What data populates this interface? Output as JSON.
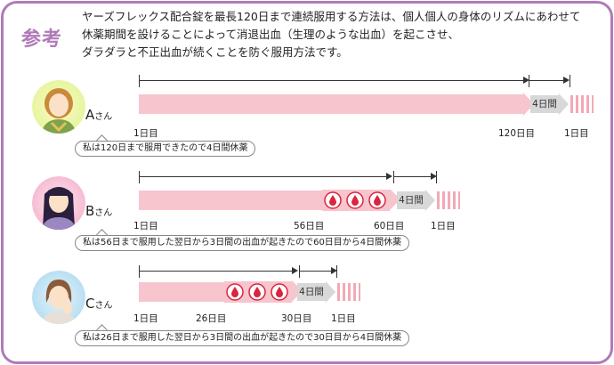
{
  "heading": "参考",
  "intro_lines": [
    "ヤーズフレックス配合錠を最長120日まで連続服用する方法は、個人個人の身体のリズムにあわせて",
    "休薬期間を設けることによって消退出血（生理のような出血）を起こさせ、",
    "ダラダラと不正出血が続くことを防ぐ服用方法です。"
  ],
  "rows": {
    "a": {
      "letter": "A",
      "san": "さん",
      "start_label": "1日目",
      "end_label": "120日目",
      "restart_label": "1日目",
      "rest_label": "4日間",
      "note": "私は120日まで服用できたので4日間休薬"
    },
    "b": {
      "letter": "B",
      "san": "さん",
      "start_label": "1日目",
      "bleed_label": "56日目",
      "end_label": "60日目",
      "restart_label": "1日目",
      "rest_label": "4日間",
      "note": "私は56日まで服用した翌日から3日間の出血が起きたので60日目から4日間休薬"
    },
    "c": {
      "letter": "C",
      "san": "さん",
      "start_label": "1日目",
      "bleed_label": "26日目",
      "end_label": "30日目",
      "restart_label": "1日目",
      "rest_label": "4日間",
      "note": "私は26日まで服用した翌日から3日間の出血が起きたので30日目から4日間休薬"
    }
  },
  "colors": {
    "frame": "#b07ab8",
    "pill_period": "#f7c5cd",
    "rest_period": "#d8d8d8",
    "blood_drop": "#d9253f"
  },
  "icons": {
    "blood_drop": "blood-drop-icon",
    "avatar": "woman-avatar-icon"
  }
}
